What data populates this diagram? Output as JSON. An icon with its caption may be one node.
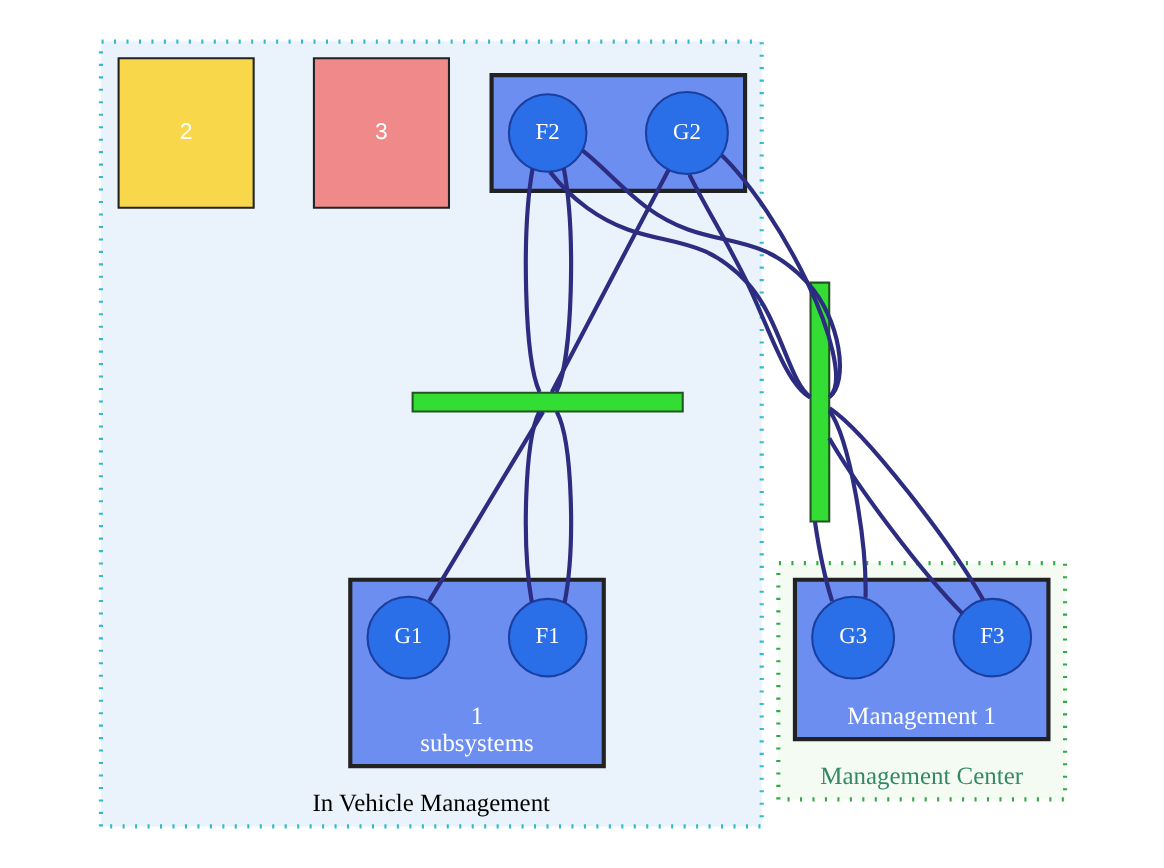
{
  "diagram": {
    "nodes": [
      {
        "text": [
          "In Vehicle Management"
        ]
      },
      {
        "text": [],
        "shape": "box",
        "in": 0
      },
      {
        "text": [
          "F2"
        ],
        "in": 1
      },
      {
        "text": [
          "G2"
        ],
        "in": 1
      },
      {
        "text": [],
        "shape": "bar",
        "in": 0
      },
      {
        "text": [
          "3"
        ],
        "in": 0
      },
      {
        "text": [
          "2"
        ],
        "in": 0
      },
      {
        "text": [
          "1",
          "subsystems"
        ],
        "in": 0
      },
      {
        "text": [
          "F1"
        ],
        "in": 7
      },
      {
        "text": [
          "G1"
        ],
        "in": 7
      },
      {
        "text": [],
        "shape": "bar"
      },
      {
        "text": [
          "Management Center"
        ]
      },
      {
        "text": [
          "Management 1"
        ],
        "in": 11
      },
      {
        "text": [
          "F3"
        ],
        "in": 12
      },
      {
        "text": [
          "G3"
        ],
        "in": 12
      }
    ],
    "edges": [
      {
        "from": 2,
        "to": 10,
        "arrow": "none"
      },
      {
        "from": 10,
        "to": 13,
        "arrow": "none"
      },
      {
        "from": 2,
        "to": 10,
        "arrow": "none"
      },
      {
        "from": 10,
        "to": 13,
        "arrow": "none"
      },
      {
        "from": 3,
        "to": 10,
        "arrow": "none"
      },
      {
        "from": 10,
        "to": 14,
        "arrow": "none"
      },
      {
        "from": 3,
        "to": 10,
        "arrow": "none"
      },
      {
        "from": 10,
        "to": 14,
        "arrow": "none"
      },
      {
        "from": 2,
        "to": 4,
        "arrow": "none"
      },
      {
        "from": 4,
        "to": 8,
        "arrow": "none"
      },
      {
        "from": 2,
        "to": 4,
        "arrow": "none"
      },
      {
        "from": 4,
        "to": 8,
        "arrow": "none"
      },
      {
        "from": 3,
        "to": 4,
        "arrow": "none"
      },
      {
        "from": 4,
        "to": 9,
        "arrow": "none"
      }
    ]
  }
}
